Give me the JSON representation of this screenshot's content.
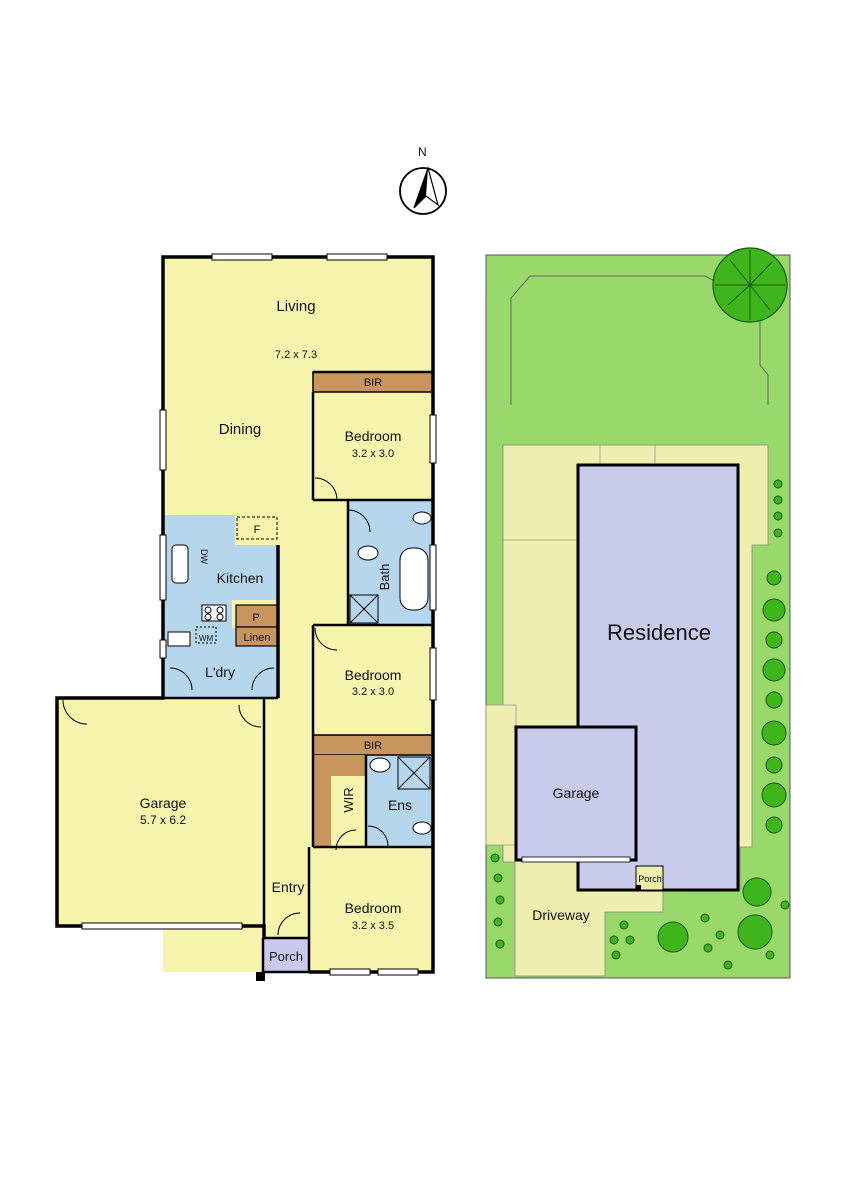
{
  "compass": {
    "north_label": "N"
  },
  "floor_plan": {
    "rooms": {
      "living": {
        "name": "Living",
        "size": "7.2 x 7.3"
      },
      "dining": {
        "name": "Dining"
      },
      "bir_top": {
        "name": "BIR"
      },
      "bedroom_1": {
        "name": "Bedroom",
        "size": "3.2 x 3.0"
      },
      "kitchen": {
        "name": "Kitchen"
      },
      "fridge": {
        "name": "F"
      },
      "dishwasher": {
        "name": "DW"
      },
      "bath": {
        "name": "Bath"
      },
      "pantry": {
        "name": "P"
      },
      "linen": {
        "name": "Linen"
      },
      "washing_machine": {
        "name": "WM"
      },
      "laundry": {
        "name": "L'dry"
      },
      "bedroom_2": {
        "name": "Bedroom",
        "size": "3.2 x 3.0"
      },
      "bir_mid": {
        "name": "BIR"
      },
      "wir": {
        "name": "WIR"
      },
      "ensuite": {
        "name": "Ens"
      },
      "garage": {
        "name": "Garage",
        "size": "5.7 x 6.2"
      },
      "entry": {
        "name": "Entry"
      },
      "bedroom_3": {
        "name": "Bedroom",
        "size": "3.2 x 3.5"
      },
      "porch": {
        "name": "Porch"
      }
    }
  },
  "site_plan": {
    "residence": "Residence",
    "garage": "Garage",
    "porch": "Porch",
    "driveway": "Driveway"
  },
  "colors": {
    "room_yellow": "#f7f5ad",
    "wet_blue": "#b6d6ee",
    "storage_brown": "#c9955f",
    "porch_lilac": "#c9c9ef",
    "lawn_green": "#99d86a",
    "paving_cream": "#eeeeae",
    "building_lavender": "#c9cbec",
    "tree_green": "#3eb51a",
    "wall": "#000000"
  }
}
